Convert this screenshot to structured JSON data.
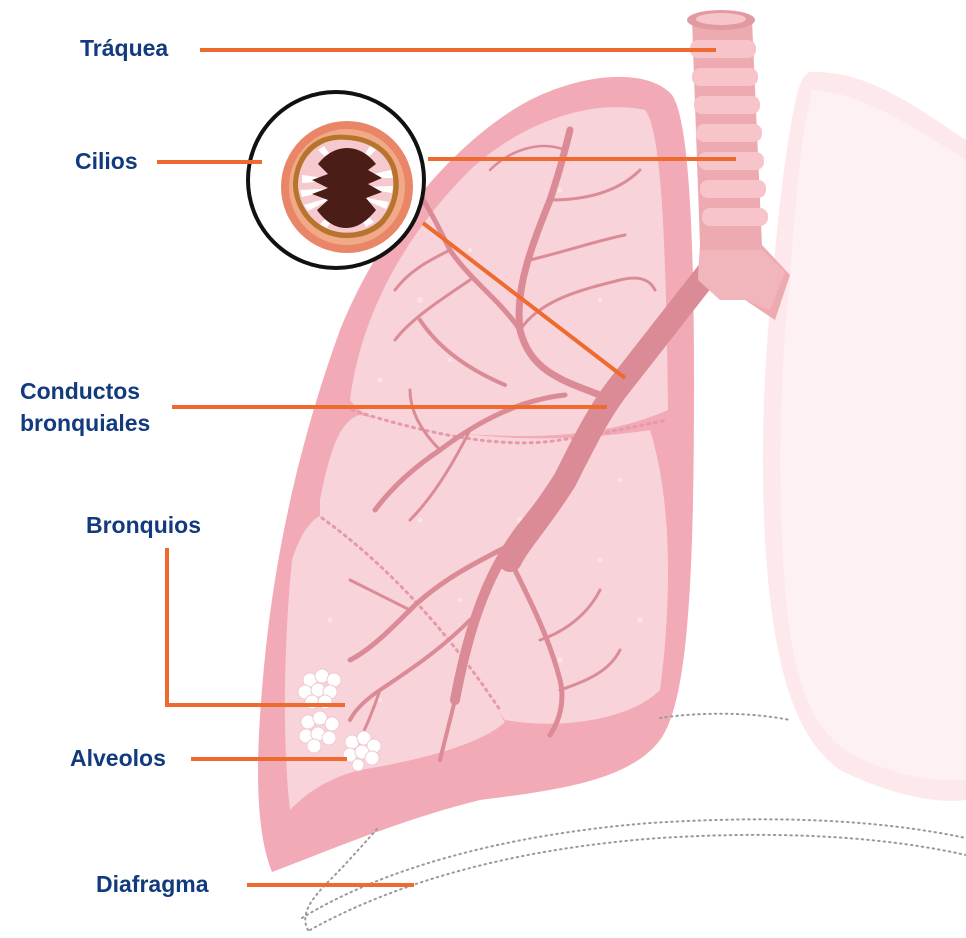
{
  "labels": {
    "traquea": "Tráquea",
    "cilios": "Cilios",
    "conductos_line1": "Conductos",
    "conductos_line2": "bronquiales",
    "bronquios": "Bronquios",
    "alveolos": "Alveolos",
    "diafragma": "Diafragma"
  },
  "colors": {
    "label_text": "#123a7e",
    "leader_line": "#ee6a2e",
    "lung_outer": "#f2aab7",
    "lung_inner": "#f9d3da",
    "bronchi": "#db8b96",
    "trachea": "#eeaab1",
    "cilia_core": "#4a1d16",
    "alveoli": "#ffffff"
  }
}
